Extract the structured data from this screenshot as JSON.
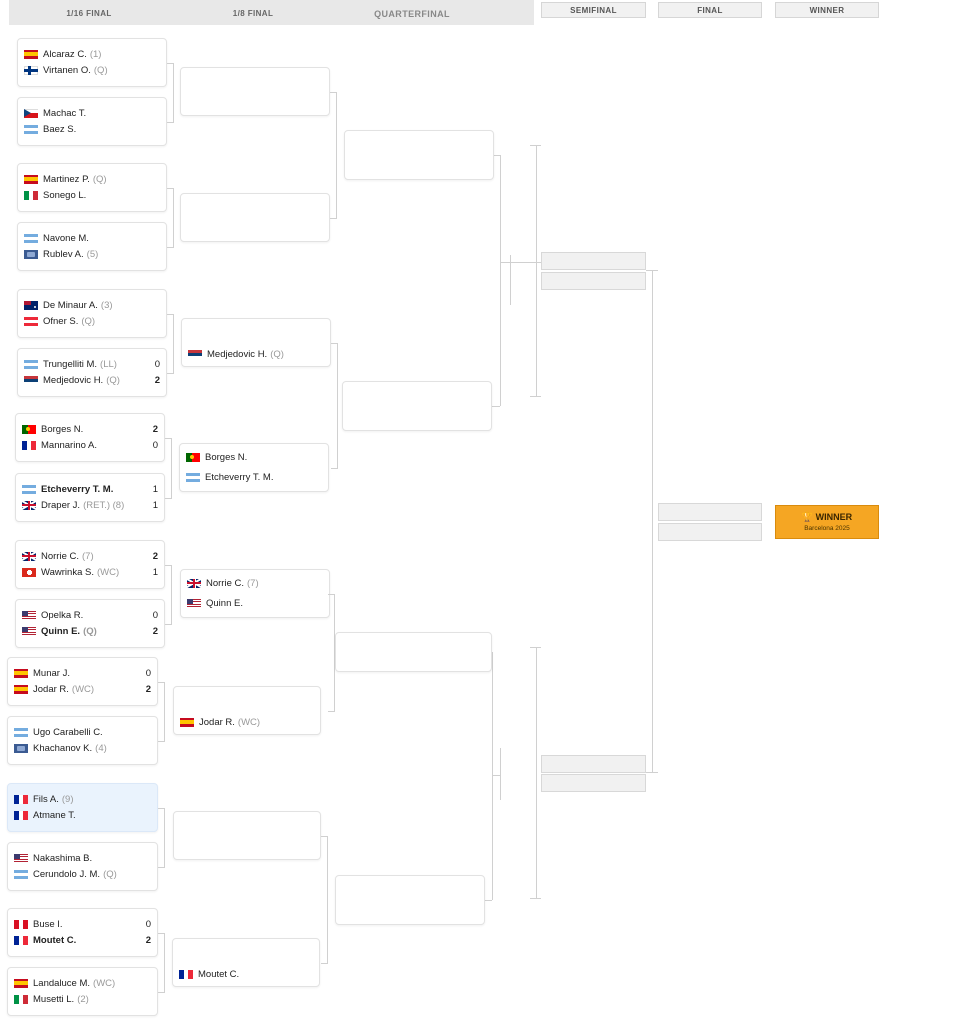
{
  "headers": {
    "r32": "1/16 FINAL",
    "r16": "1/8 FINAL",
    "qf": "QUARTERFINAL",
    "sf": "SEMIFINAL",
    "final": "FINAL",
    "winner": "WINNER"
  },
  "r32": [
    {
      "p1": {
        "name": "Alcaraz C.",
        "seed": "(1)",
        "flag": "esp"
      },
      "p2": {
        "name": "Virtanen O.",
        "seed": "(Q)",
        "flag": "fin"
      }
    },
    {
      "p1": {
        "name": "Machac T.",
        "seed": "",
        "flag": "cze"
      },
      "p2": {
        "name": "Baez S.",
        "seed": "",
        "flag": "arg"
      }
    },
    {
      "p1": {
        "name": "Martinez P.",
        "seed": "(Q)",
        "flag": "esp"
      },
      "p2": {
        "name": "Sonego L.",
        "seed": "",
        "flag": "ita"
      }
    },
    {
      "p1": {
        "name": "Navone M.",
        "seed": "",
        "flag": "arg"
      },
      "p2": {
        "name": "Rublev A.",
        "seed": "(5)",
        "flag": "neutral"
      }
    },
    {
      "p1": {
        "name": "De Minaur A.",
        "seed": "(3)",
        "flag": "aus"
      },
      "p2": {
        "name": "Ofner S.",
        "seed": "(Q)",
        "flag": "aut"
      }
    },
    {
      "p1": {
        "name": "Trungelliti M.",
        "seed": "(LL)",
        "flag": "arg",
        "score": "0"
      },
      "p2": {
        "name": "Medjedovic H.",
        "seed": "(Q)",
        "flag": "srb",
        "score": "2"
      }
    },
    {
      "p1": {
        "name": "Borges N.",
        "seed": "",
        "flag": "por",
        "score": "2"
      },
      "p2": {
        "name": "Mannarino A.",
        "seed": "",
        "flag": "fra",
        "score": "0"
      }
    },
    {
      "p1": {
        "name": "Etcheverry T. M.",
        "seed": "",
        "flag": "arg",
        "score": "1",
        "win": true
      },
      "p2": {
        "name": "Draper J.",
        "seed": "(RET.) (8)",
        "flag": "gbr",
        "score": "1"
      }
    },
    {
      "p1": {
        "name": "Norrie C.",
        "seed": "(7)",
        "flag": "gbr",
        "score": "2"
      },
      "p2": {
        "name": "Wawrinka S.",
        "seed": "(WC)",
        "flag": "sui",
        "score": "1"
      }
    },
    {
      "p1": {
        "name": "Opelka R.",
        "seed": "",
        "flag": "usa",
        "score": "0"
      },
      "p2": {
        "name": "Quinn E.",
        "seed": "(Q)",
        "flag": "usa",
        "score": "2",
        "win": true
      }
    },
    {
      "p1": {
        "name": "Munar J.",
        "seed": "",
        "flag": "esp",
        "score": "0"
      },
      "p2": {
        "name": "Jodar R.",
        "seed": "(WC)",
        "flag": "esp",
        "score": "2"
      }
    },
    {
      "p1": {
        "name": "Ugo Carabelli C.",
        "seed": "",
        "flag": "arg"
      },
      "p2": {
        "name": "Khachanov K.",
        "seed": "(4)",
        "flag": "neutral"
      }
    },
    {
      "p1": {
        "name": "Fils A.",
        "seed": "(9)",
        "flag": "fra"
      },
      "p2": {
        "name": "Atmane T.",
        "seed": "",
        "flag": "fra"
      }
    },
    {
      "p1": {
        "name": "Nakashima B.",
        "seed": "",
        "flag": "usa"
      },
      "p2": {
        "name": "Cerundolo J. M.",
        "seed": "(Q)",
        "flag": "arg"
      }
    },
    {
      "p1": {
        "name": "Buse I.",
        "seed": "",
        "flag": "per",
        "score": "0"
      },
      "p2": {
        "name": "Moutet C.",
        "seed": "",
        "flag": "fra",
        "score": "2",
        "win": true
      }
    },
    {
      "p1": {
        "name": "Landaluce M.",
        "seed": "(WC)",
        "flag": "esp"
      },
      "p2": {
        "name": "Musetti L.",
        "seed": "(2)",
        "flag": "ita"
      }
    }
  ],
  "r16": [
    {
      "p1": null,
      "p2": null
    },
    {
      "p1": null,
      "p2": null
    },
    {
      "p1": {
        "name": "Medjedovic H.",
        "seed": "(Q)",
        "flag": "srb"
      },
      "p2": null
    },
    {
      "p1": {
        "name": "Borges N.",
        "seed": "",
        "flag": "por"
      },
      "p2": {
        "name": "Etcheverry T. M.",
        "seed": "",
        "flag": "arg"
      }
    },
    {
      "p1": {
        "name": "Norrie C.",
        "seed": "(7)",
        "flag": "gbr"
      },
      "p2": {
        "name": "Quinn E.",
        "seed": "",
        "flag": "usa"
      }
    },
    {
      "p1": {
        "name": "Jodar R.",
        "seed": "(WC)",
        "flag": "esp"
      },
      "p2": null
    },
    {
      "p1": null,
      "p2": null
    },
    {
      "p1": {
        "name": "Moutet C.",
        "seed": "",
        "flag": "fra"
      },
      "p2": null
    }
  ],
  "winner": {
    "label": "WINNER",
    "icon": "trophy-icon",
    "subtitle": "Barcelona 2025",
    "color": "#f5a623"
  },
  "flags": {
    "esp": {
      "type": "h3",
      "colors": [
        "#c60b1e",
        "#ffc400",
        "#c60b1e"
      ],
      "ratio": [
        1,
        2,
        1
      ]
    },
    "fin": {
      "type": "cross",
      "bg": "#ffffff",
      "cross": "#003580"
    },
    "cze": {
      "type": "cze"
    },
    "arg": {
      "type": "h3",
      "colors": [
        "#74acdf",
        "#ffffff",
        "#74acdf"
      ],
      "ratio": [
        1,
        1,
        1
      ]
    },
    "ita": {
      "type": "v3",
      "colors": [
        "#009246",
        "#ffffff",
        "#ce2b37"
      ]
    },
    "neutral": {
      "type": "neutral"
    },
    "aus": {
      "type": "aus"
    },
    "aut": {
      "type": "h3",
      "colors": [
        "#ed2939",
        "#ffffff",
        "#ed2939"
      ],
      "ratio": [
        1,
        1,
        1
      ]
    },
    "srb": {
      "type": "h3",
      "colors": [
        "#c6363c",
        "#0c4076",
        "#ffffff"
      ],
      "ratio": [
        1,
        1,
        1
      ]
    },
    "por": {
      "type": "por"
    },
    "fra": {
      "type": "v3",
      "colors": [
        "#002395",
        "#ffffff",
        "#ed2939"
      ]
    },
    "gbr": {
      "type": "gbr"
    },
    "sui": {
      "type": "sui"
    },
    "usa": {
      "type": "usa"
    },
    "per": {
      "type": "v3",
      "colors": [
        "#d91023",
        "#ffffff",
        "#d91023"
      ]
    }
  }
}
